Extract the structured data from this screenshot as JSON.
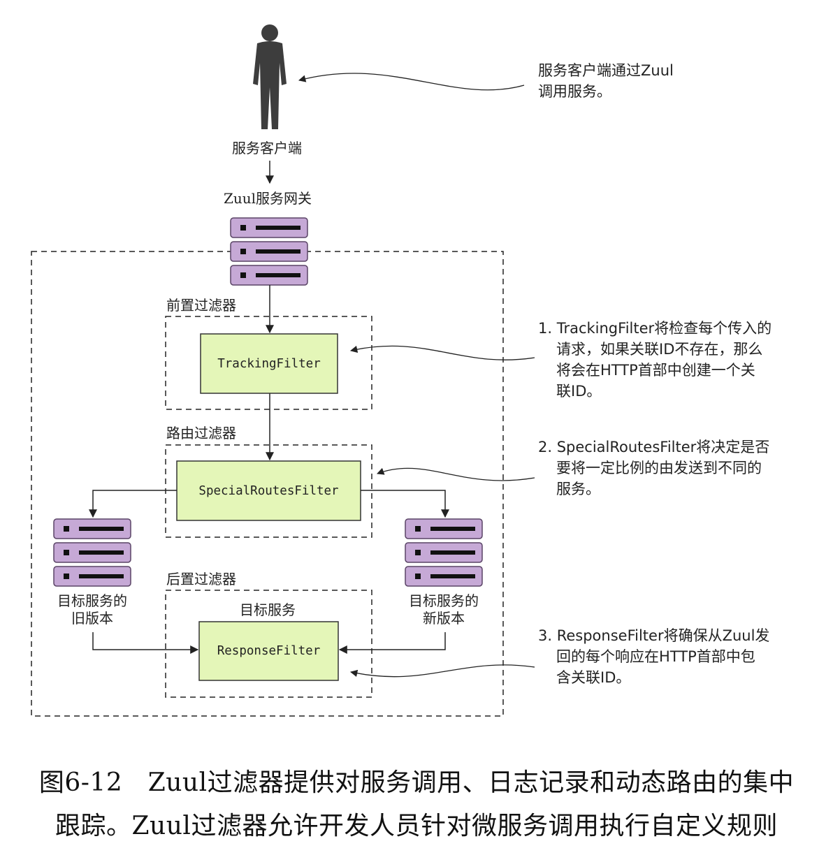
{
  "client": {
    "label": "服务客户端",
    "note": [
      "服务客户端通过Zuul",
      "调用服务。"
    ]
  },
  "gateway": {
    "label": "Zuul服务网关"
  },
  "stages": {
    "pre": {
      "label": "前置过滤器",
      "filter": "TrackingFilter"
    },
    "route": {
      "label": "路由过滤器",
      "filter": "SpecialRoutesFilter"
    },
    "post": {
      "label": "后置过滤器",
      "target": "目标服务",
      "filter": "ResponseFilter"
    }
  },
  "services": {
    "old": [
      "目标服务的",
      "旧版本"
    ],
    "new": [
      "目标服务的",
      "新版本"
    ]
  },
  "notes": {
    "tracking": [
      "1. TrackingFilter将检查每个传入的",
      "请求，如果关联ID不存在，那么",
      "将会在HTTP首部中创建一个关",
      "联ID。"
    ],
    "routes": [
      "2. SpecialRoutesFilter将决定是否",
      "要将一定比例的由发送到不同的",
      "服务。"
    ],
    "response": [
      "3. ResponseFilter将确保从Zuul发",
      "回的每个响应在HTTP首部中包",
      "含关联ID。"
    ]
  },
  "caption": {
    "line1": "图6-12　Zuul过滤器提供对服务调用、日志记录和动态路由的集中",
    "line2": "跟踪。Zuul过滤器允许开发人员针对微服务调用执行自定义规则"
  },
  "colors": {
    "server_fill": "#c6a9d6",
    "server_stroke": "#5a4466",
    "filter_fill": "#e4f6b8",
    "filter_stroke": "#333333",
    "person": "#3d3d3d"
  }
}
